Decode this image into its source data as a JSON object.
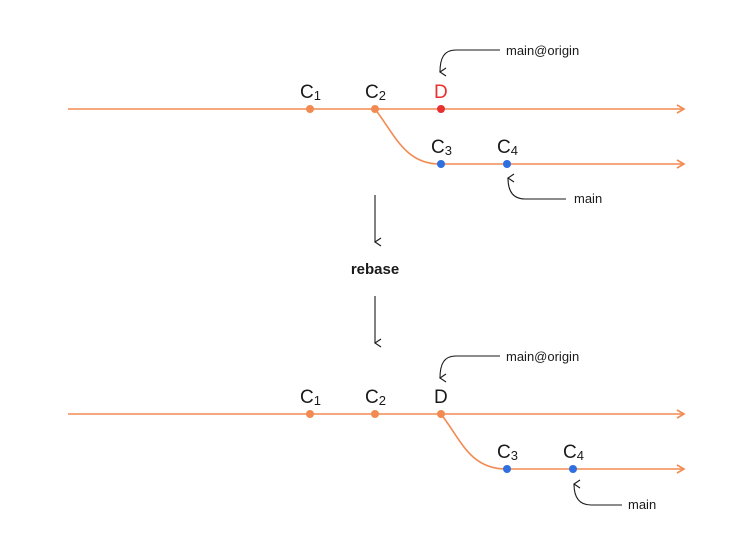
{
  "colors": {
    "branch": "#f28a52",
    "commit_main": "#f28a52",
    "commit_local": "#2f6fe0",
    "commit_highlight": "#e8312f",
    "text": "#1a1a1a"
  },
  "middle_label": "rebase",
  "before": {
    "commits": [
      {
        "letter": "C",
        "sub": "1",
        "kind": "main"
      },
      {
        "letter": "C",
        "sub": "2",
        "kind": "main"
      },
      {
        "letter": "D",
        "sub": "",
        "kind": "highlight"
      },
      {
        "letter": "C",
        "sub": "3",
        "kind": "local"
      },
      {
        "letter": "C",
        "sub": "4",
        "kind": "local"
      }
    ],
    "refs": {
      "remote": "main@origin",
      "local": "main"
    }
  },
  "after": {
    "commits": [
      {
        "letter": "C",
        "sub": "1",
        "kind": "main"
      },
      {
        "letter": "C",
        "sub": "2",
        "kind": "main"
      },
      {
        "letter": "D",
        "sub": "",
        "kind": "main"
      },
      {
        "letter": "C",
        "sub": "3",
        "kind": "local"
      },
      {
        "letter": "C",
        "sub": "4",
        "kind": "local"
      }
    ],
    "refs": {
      "remote": "main@origin",
      "local": "main"
    }
  }
}
